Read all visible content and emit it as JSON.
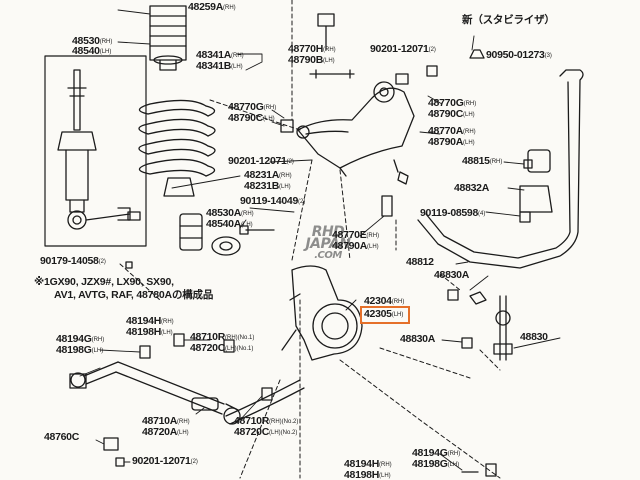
{
  "diagram": {
    "accent_color": "#e5702a",
    "new_label": {
      "kanji": "新",
      "text": "（スタビライザ）"
    },
    "note_lines": [
      "※1GX90, JZX9#, LX90, SX90,",
      "AV1, AVTG, RAF, 48780Aの構成品"
    ],
    "watermark": {
      "line1": "RHD",
      "line2": "JAPAN",
      "line3": ".COM"
    },
    "labels": {
      "p48530": {
        "pn": "48530",
        "sfx": "(RH)"
      },
      "p48540": {
        "pn": "48540",
        "sfx": "(LH)"
      },
      "p48259": {
        "pn": "48259A",
        "sfx": "(RH)"
      },
      "p48341": {
        "pn": "48341A",
        "sfx": "(RH)"
      },
      "p48341b": {
        "pn": "48341B",
        "sfx": "(LH)"
      },
      "p48770h": {
        "pn": "48770H",
        "sfx": "(RH)"
      },
      "p48790b": {
        "pn": "48790B",
        "sfx": "(LH)"
      },
      "p90201a": {
        "pn": "90201-12071",
        "sfx": "(2)"
      },
      "p90950": {
        "pn": "90950-01273",
        "sfx": "(3)"
      },
      "p48770g_l": {
        "pn": "48770G",
        "sfx": "(RH)"
      },
      "p48790c_l": {
        "pn": "48790C",
        "sfx": "(LH)"
      },
      "p48770g_r": {
        "pn": "48770G",
        "sfx": "(RH)"
      },
      "p48790c_r": {
        "pn": "48790C",
        "sfx": "(LH)"
      },
      "p48770a": {
        "pn": "48770A",
        "sfx": "(RH)"
      },
      "p48790a": {
        "pn": "48790A",
        "sfx": "(LH)"
      },
      "p90201b": {
        "pn": "90201-12071",
        "sfx": "(2)"
      },
      "p48231": {
        "pn": "48231A",
        "sfx": "(RH)"
      },
      "p48231b": {
        "pn": "48231B",
        "sfx": "(LH)"
      },
      "p48815": {
        "pn": "48815",
        "sfx": "(RH)"
      },
      "p90119a": {
        "pn": "90119-14049",
        "sfx": "(2)"
      },
      "p48832": {
        "pn": "48832A",
        "sfx": ""
      },
      "p48530a": {
        "pn": "48530A",
        "sfx": "(RH)"
      },
      "p48540a": {
        "pn": "48540A",
        "sfx": "(LH)"
      },
      "p90119b": {
        "pn": "90119-08598",
        "sfx": "(4)"
      },
      "p48770e": {
        "pn": "48770E",
        "sfx": "(RH)"
      },
      "p48790e": {
        "pn": "48790A",
        "sfx": "(LH)"
      },
      "p90179": {
        "pn": "90179-14058",
        "sfx": "(2)"
      },
      "p48812": {
        "pn": "48812",
        "sfx": ""
      },
      "p48830a_top": {
        "pn": "48830A",
        "sfx": ""
      },
      "p42304": {
        "pn": "42304",
        "sfx": "(RH)"
      },
      "p42305": {
        "pn": "42305",
        "sfx": "(LH)"
      },
      "p48194h": {
        "pn": "48194H",
        "sfx": "(RH)"
      },
      "p48198h": {
        "pn": "48198H",
        "sfx": "(LH)"
      },
      "p48710r1": {
        "pn": "48710R",
        "sfx": "(RH)(No.1)"
      },
      "p48720c1": {
        "pn": "48720C",
        "sfx": "(LH)(No.1)"
      },
      "p48194g": {
        "pn": "48194G",
        "sfx": "(RH)"
      },
      "p48198g": {
        "pn": "48198G",
        "sfx": "(LH)"
      },
      "p48830a_b": {
        "pn": "48830A",
        "sfx": ""
      },
      "p48830": {
        "pn": "48830",
        "sfx": ""
      },
      "p48710a": {
        "pn": "48710A",
        "sfx": "(RH)"
      },
      "p48720a": {
        "pn": "48720A",
        "sfx": "(LH)"
      },
      "p48710r2": {
        "pn": "48710R",
        "sfx": "(RH)(No.2)"
      },
      "p48720c2": {
        "pn": "48720C",
        "sfx": "(LH)(No.2)"
      },
      "p48760c": {
        "pn": "48760C",
        "sfx": ""
      },
      "p90201c": {
        "pn": "90201-12071",
        "sfx": "(2)"
      },
      "p48194g_b": {
        "pn": "48194G",
        "sfx": "(RH)"
      },
      "p48198g_b": {
        "pn": "48198G",
        "sfx": "(LH)"
      },
      "p48194h_b": {
        "pn": "48194H",
        "sfx": "(RH)"
      },
      "p48198h_b": {
        "pn": "48198H",
        "sfx": "(LH)"
      }
    }
  }
}
